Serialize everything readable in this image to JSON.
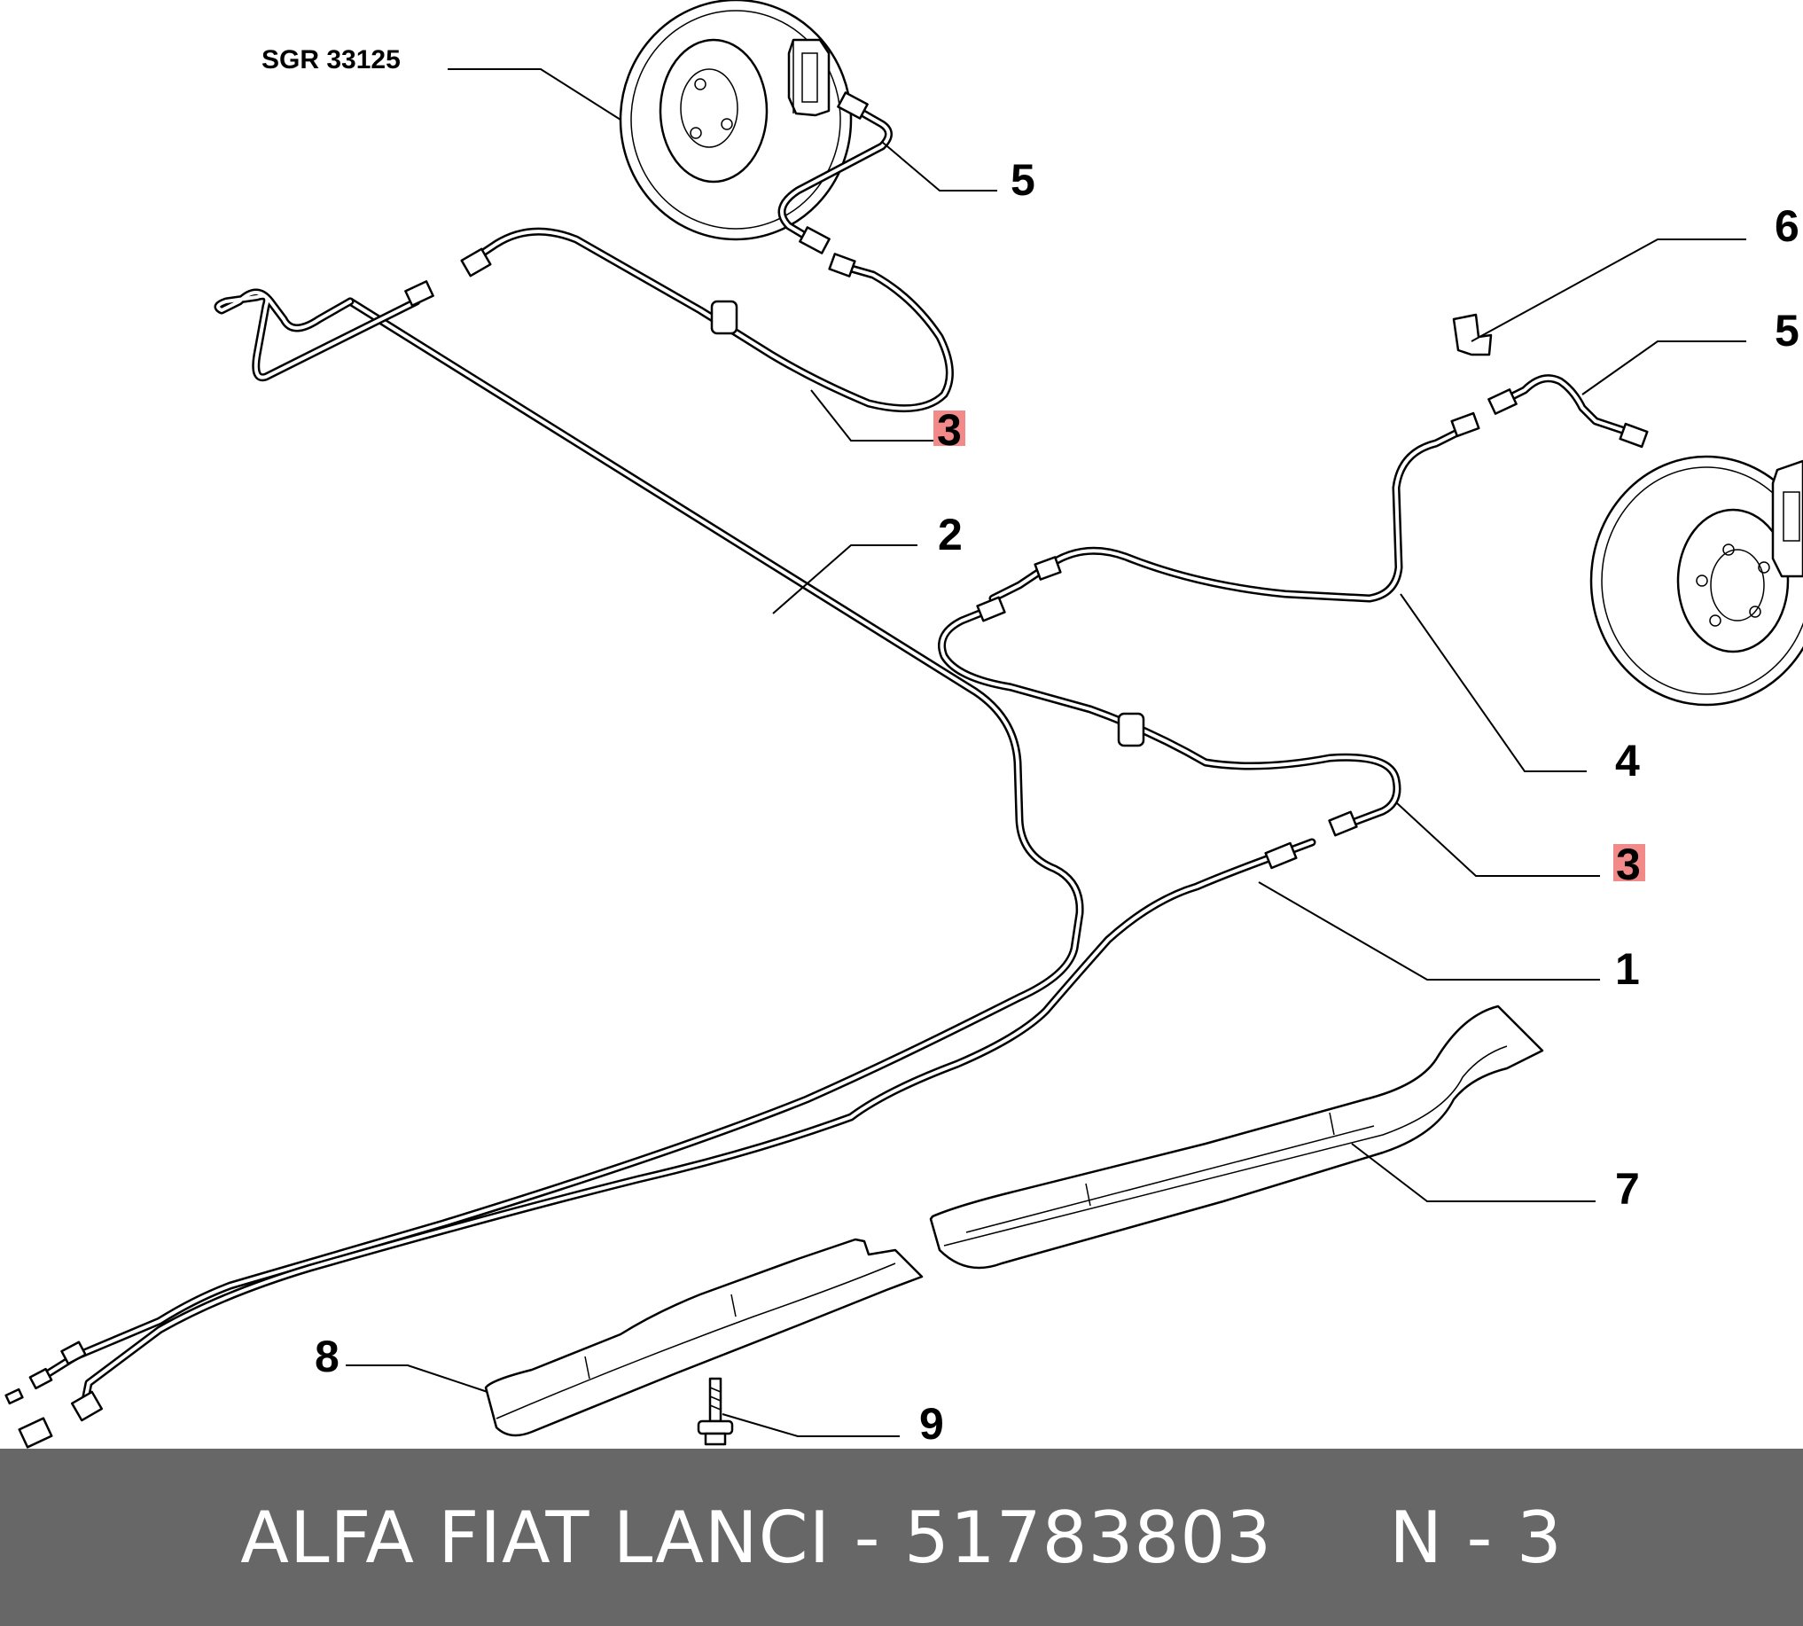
{
  "diagram": {
    "reference_label": "SGR 33125",
    "callouts": [
      {
        "id": "c5a",
        "label": "5",
        "highlight": false
      },
      {
        "id": "c3a",
        "label": "3",
        "highlight": true
      },
      {
        "id": "c6",
        "label": "6",
        "highlight": false
      },
      {
        "id": "c5b",
        "label": "5",
        "highlight": false
      },
      {
        "id": "c2",
        "label": "2",
        "highlight": false
      },
      {
        "id": "c4",
        "label": "4",
        "highlight": false
      },
      {
        "id": "c3b",
        "label": "3",
        "highlight": true
      },
      {
        "id": "c1",
        "label": "1",
        "highlight": false
      },
      {
        "id": "c7",
        "label": "7",
        "highlight": false
      },
      {
        "id": "c8",
        "label": "8",
        "highlight": false
      },
      {
        "id": "c9",
        "label": "9",
        "highlight": false
      }
    ],
    "highlight_color": "#f28a8a"
  },
  "footer": {
    "text": "ALFA FIAT LANCI - 51783803     N - 3",
    "background": "#676767"
  }
}
